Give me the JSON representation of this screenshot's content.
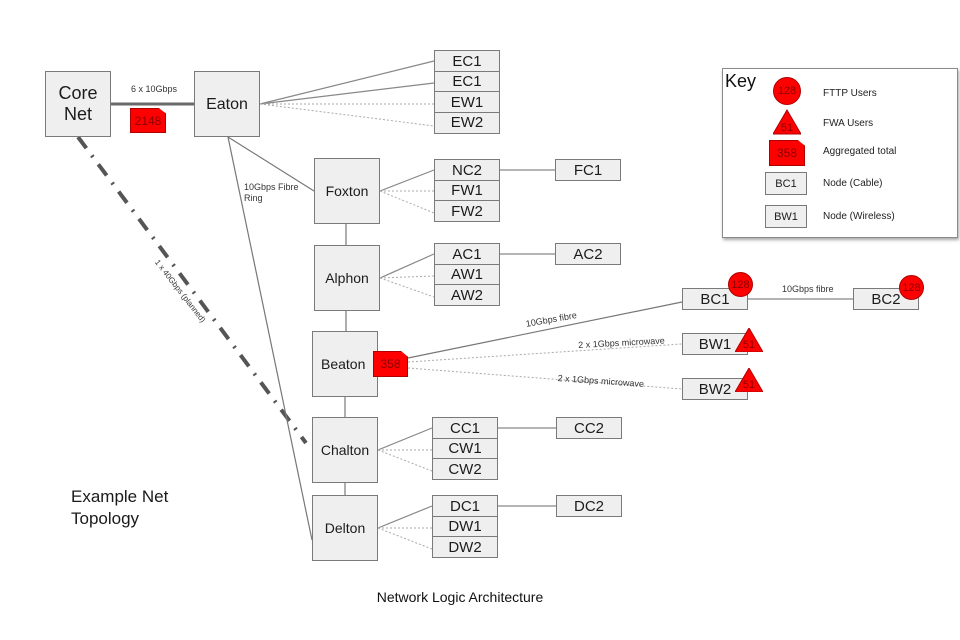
{
  "core": {
    "label_line1": "Core",
    "label_line2": "Net"
  },
  "uplink": {
    "label": "6 x 10Gbps",
    "aggregate": "2148"
  },
  "planned_link": {
    "label": "1 x 40Gbps (planned)"
  },
  "ring": {
    "label_line1": "10Gbps Fibre",
    "label_line2": "Ring"
  },
  "eaton": {
    "label": "Eaton",
    "children": [
      "EC1",
      "EC1",
      "EW1",
      "EW2"
    ]
  },
  "foxton": {
    "label": "Foxton",
    "children": [
      "NC2",
      "FW1",
      "FW2"
    ],
    "extension": "FC1"
  },
  "alphon": {
    "label": "Alphon",
    "children": [
      "AC1",
      "AW1",
      "AW2"
    ],
    "extension": "AC2"
  },
  "beaton": {
    "label": "Beaton",
    "aggregate": "358",
    "fibre_link_label": "10Gbps fibre",
    "microwave_label_1": "2 x 1Gbps microwave",
    "microwave_label_2": "2 x 1Gbps microwave",
    "bc1": {
      "label": "BC1",
      "fttp_users": "128"
    },
    "bc2": {
      "label": "BC2",
      "fttp_users": "128"
    },
    "bc_link_label": "10Gbps fibre",
    "bw1": {
      "label": "BW1",
      "fwa_users": "51"
    },
    "bw2": {
      "label": "BW2",
      "fwa_users": "51"
    }
  },
  "chalton": {
    "label": "Chalton",
    "children": [
      "CC1",
      "CW1",
      "CW2"
    ],
    "extension": "CC2"
  },
  "delton": {
    "label": "Delton",
    "children": [
      "DC1",
      "DW1",
      "DW2"
    ],
    "extension": "DC2"
  },
  "key": {
    "title": "Key",
    "items": [
      {
        "symbol": "128",
        "description": "FTTP Users"
      },
      {
        "symbol": "51",
        "description": "FWA Users"
      },
      {
        "symbol": "358",
        "description": "Aggregated total"
      },
      {
        "symbol": "BC1",
        "description": "Node (Cable)"
      },
      {
        "symbol": "BW1",
        "description": "Node (Wireless)"
      }
    ]
  },
  "caption": {
    "line1": "Example Net",
    "line2": "Topology"
  },
  "footer": {
    "title": "Network Logic Architecture"
  },
  "colors": {
    "accent_red": "#ff0000",
    "node_fill": "#efefef",
    "line": "#7a7a7a"
  }
}
